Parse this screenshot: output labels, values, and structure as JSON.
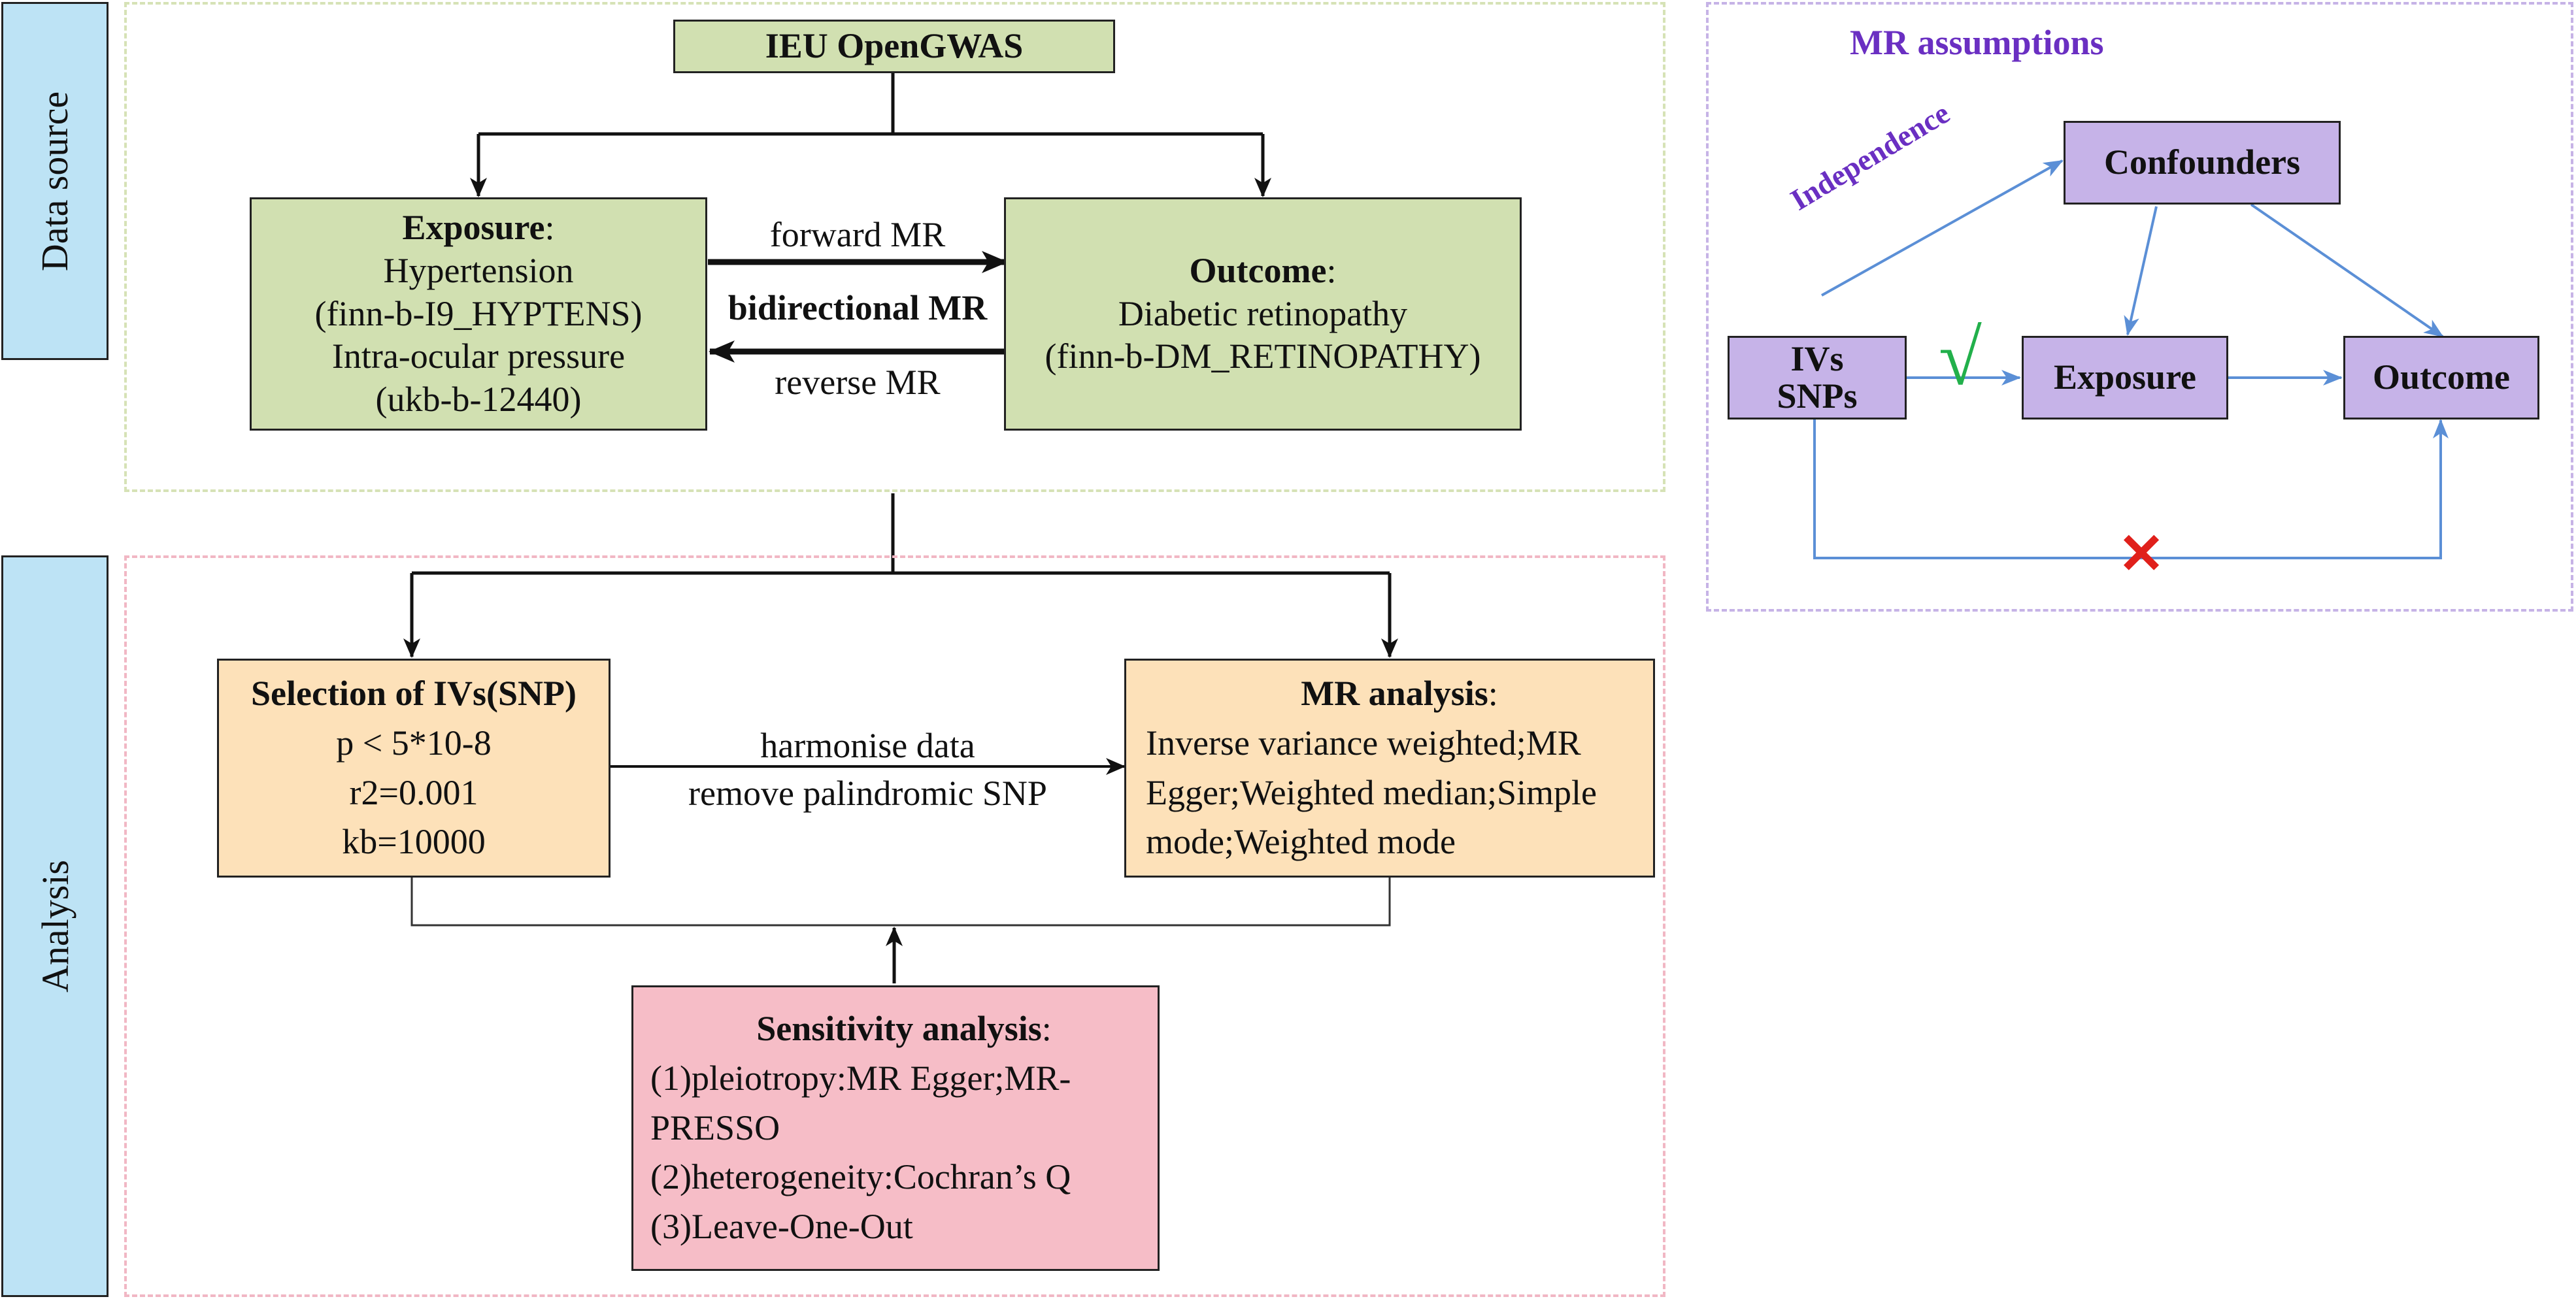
{
  "side_tabs": {
    "data_source": "Data source",
    "analysis": "Analysis"
  },
  "data_source": {
    "top": "IEU OpenGWAS",
    "exposure": {
      "heading": "Exposure",
      "colon": ":",
      "lines": [
        "Hypertension",
        "(finn-b-I9_HYPTENS)",
        "Intra-ocular pressure",
        "(ukb-b-12440)"
      ]
    },
    "outcome": {
      "heading": "Outcome",
      "colon": ":",
      "lines": [
        "Diabetic retinopathy",
        "(finn-b-DM_RETINOPATHY)"
      ]
    },
    "arrows": {
      "forward": "forward MR",
      "bidirectional": "bidirectional MR",
      "reverse": "reverse MR"
    }
  },
  "analysis": {
    "selection": {
      "heading": "Selection of IVs(SNP)",
      "lines": [
        "p < 5*10-8",
        "r2=0.001",
        "kb=10000"
      ]
    },
    "harmonise": [
      "harmonise data",
      "remove palindromic SNP"
    ],
    "mr_analysis": {
      "heading": "MR analysis",
      "colon": ":",
      "lines": [
        "Inverse variance weighted;MR",
        "Egger;Weighted median;Simple",
        "mode;Weighted mode"
      ]
    },
    "sensitivity": {
      "heading": "Sensitivity analysis",
      "colon": ":",
      "lines": [
        "(1)pleiotropy:MR Egger;MR-",
        "PRESSO",
        "(2)heterogeneity:Cochran’s Q",
        "(3)Leave-One-Out"
      ]
    }
  },
  "assumptions": {
    "title": "MR assumptions",
    "confounders": "Confounders",
    "ivs": [
      "IVs",
      "SNPs"
    ],
    "exposure": "Exposure",
    "outcome": "Outcome",
    "independence": "Independence",
    "check_mark": "√",
    "cross_mark": "✕",
    "colors": {
      "title": "#6a2fc2",
      "arrow": "#5b8fd6",
      "check": "#22b04b",
      "cross": "#e0201b"
    }
  }
}
